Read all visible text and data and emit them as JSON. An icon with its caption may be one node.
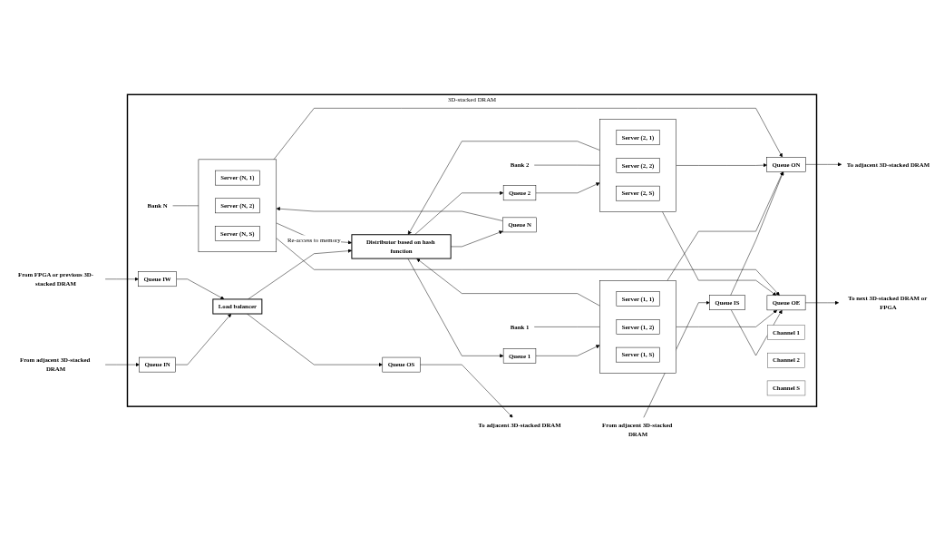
{
  "diagram": {
    "nodes": [
      {
        "text": [
          "3D-stacked DRAM"
        ]
      },
      {
        "text": [
          "From adjacent 3D-stacked DRAM"
        ]
      },
      {
        "text": [
          "Queue IN"
        ],
        "in": 0
      },
      {
        "text": [
          "To adjacent 3D-stacked DRAM"
        ]
      },
      {
        "text": [
          "Queue ON"
        ],
        "in": 0
      },
      {
        "text": [
          "From FPGA or previous 3D-stacked DRAM"
        ]
      },
      {
        "text": [
          "Queue IW"
        ],
        "in": 0
      },
      {
        "text": [
          "Load balancer"
        ],
        "in": 0
      },
      {
        "text": [
          "Distributor based on hash function"
        ],
        "in": 0
      },
      {
        "text": [
          "Bank 1"
        ],
        "in": 0
      },
      {
        "text": [
          "Channel 1"
        ],
        "in": 0
      },
      {
        "text": [
          "Channel 2"
        ],
        "in": 0
      },
      {
        "text": [
          "Channel S"
        ],
        "in": 0
      },
      {
        "text": [
          "Queue 1"
        ],
        "in": 0
      },
      {
        "text": [],
        "shape": "box",
        "in": 0
      },
      {
        "text": [
          "Server (1, 1)"
        ],
        "in": 14
      },
      {
        "text": [
          "Server (1, 2)"
        ],
        "in": 14
      },
      {
        "text": [
          "Server (1, S)"
        ],
        "in": 14
      },
      {
        "text": [
          "Queue 2"
        ],
        "in": 0
      },
      {
        "text": [],
        "shape": "box",
        "in": 0
      },
      {
        "text": [
          "Server (2, 1)"
        ],
        "in": 19
      },
      {
        "text": [
          "Server (2, 2)"
        ],
        "in": 19
      },
      {
        "text": [
          "Server (2, S)"
        ],
        "in": 19
      },
      {
        "text": [
          "Queue OE"
        ],
        "in": 0
      },
      {
        "text": [
          "To next 3D-stacked DRAM or FPGA"
        ]
      },
      {
        "text": [
          "Bank 2"
        ],
        "in": 0
      },
      {
        "text": [
          "Bank N"
        ],
        "in": 0
      },
      {
        "text": [
          "Queue N"
        ],
        "in": 0
      },
      {
        "text": [],
        "shape": "box",
        "in": 0
      },
      {
        "text": [
          "Server (N, 1)"
        ],
        "in": 28
      },
      {
        "text": [
          "Server (N, 2)"
        ],
        "in": 28
      },
      {
        "text": [
          "Server (N, S)"
        ],
        "in": 28
      },
      {
        "text": [
          "Queue OS"
        ],
        "in": 0
      },
      {
        "text": [
          "Queue IS"
        ],
        "in": 0
      },
      {
        "text": [
          "To adjacent 3D-stacked DRAM"
        ]
      },
      {
        "text": [
          "From adjacent 3D-stacked DRAM"
        ]
      }
    ],
    "edges": [
      {
        "from": 1,
        "to": 2,
        "arrow": "to"
      },
      {
        "from": 2,
        "to": 7,
        "arrow": "to"
      },
      {
        "from": 5,
        "to": 6,
        "arrow": "to"
      },
      {
        "from": 6,
        "to": 7,
        "arrow": "to"
      },
      {
        "from": 7,
        "to": 8,
        "arrow": "to"
      },
      {
        "from": 7,
        "to": 32,
        "arrow": "to"
      },
      {
        "from": 32,
        "to": 34,
        "arrow": "to"
      },
      {
        "from": 8,
        "to": 13,
        "arrow": "to"
      },
      {
        "from": 8,
        "to": 18,
        "arrow": "to"
      },
      {
        "from": 8,
        "to": 27,
        "arrow": "to"
      },
      {
        "from": 13,
        "to": 14,
        "arrow": "to"
      },
      {
        "from": 18,
        "to": 19,
        "arrow": "to"
      },
      {
        "from": 27,
        "to": 28,
        "arrow": "to"
      },
      {
        "from": 9,
        "to": 14,
        "arrow": "none"
      },
      {
        "from": 25,
        "to": 19,
        "arrow": "none"
      },
      {
        "from": 26,
        "to": 28,
        "arrow": "none"
      },
      {
        "from": 14,
        "to": 4,
        "arrow": "to"
      },
      {
        "from": 19,
        "to": 4,
        "arrow": "to"
      },
      {
        "from": 28,
        "to": 4,
        "arrow": "to"
      },
      {
        "from": 14,
        "to": 23,
        "arrow": "to"
      },
      {
        "from": 19,
        "to": 23,
        "arrow": "to"
      },
      {
        "from": 28,
        "to": 23,
        "arrow": "to"
      },
      {
        "from": 14,
        "to": 8,
        "arrow": "to"
      },
      {
        "from": 19,
        "to": 8,
        "arrow": "to"
      },
      {
        "from": 28,
        "to": 8,
        "arrow": "to",
        "label": "Re-access to memory"
      },
      {
        "from": 33,
        "to": 4,
        "arrow": "to"
      },
      {
        "from": 33,
        "to": 23,
        "arrow": "to"
      },
      {
        "from": 4,
        "to": 3,
        "arrow": "to"
      },
      {
        "from": 23,
        "to": 24,
        "arrow": "to"
      },
      {
        "from": 35,
        "to": 33,
        "arrow": "to"
      }
    ]
  }
}
